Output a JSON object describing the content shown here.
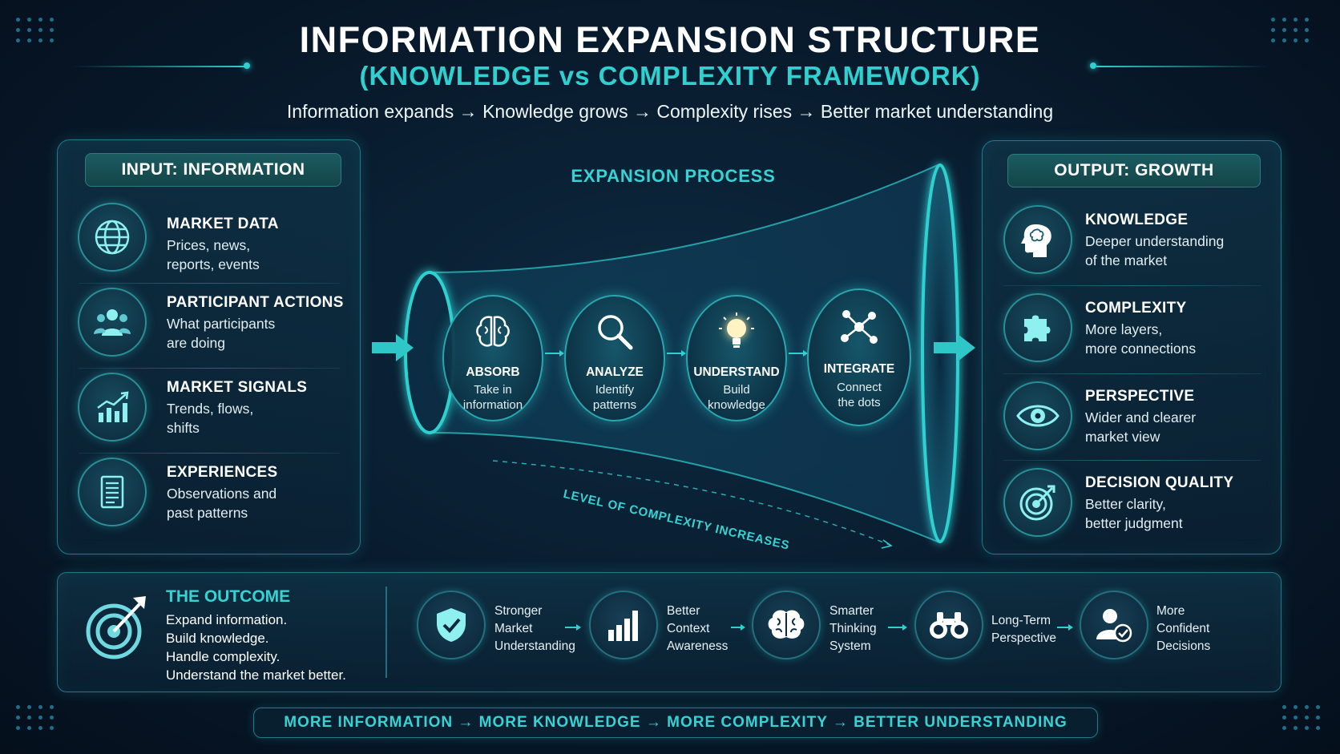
{
  "header": {
    "title": "INFORMATION EXPANSION STRUCTURE",
    "subtitle": "(KNOWLEDGE vs COMPLEXITY FRAMEWORK)",
    "tagline": "Information expands → Knowledge grows → Complexity rises → Better market understanding"
  },
  "input": {
    "heading": "INPUT: INFORMATION",
    "items": [
      {
        "title": "MARKET DATA",
        "line1": "Prices, news,",
        "line2": "reports, events",
        "icon": "globe-icon"
      },
      {
        "title": "PARTICIPANT ACTIONS",
        "line1": "What participants",
        "line2": "are doing",
        "icon": "people-icon"
      },
      {
        "title": "MARKET SIGNALS",
        "line1": "Trends, flows,",
        "line2": "shifts",
        "icon": "chart-up-icon"
      },
      {
        "title": "EXPERIENCES",
        "line1": "Observations and",
        "line2": "past patterns",
        "icon": "document-icon"
      }
    ]
  },
  "process": {
    "heading": "EXPANSION PROCESS",
    "steps": [
      {
        "label": "ABSORB",
        "line1": "Take in",
        "line2": "information",
        "icon": "brain-icon"
      },
      {
        "label": "ANALYZE",
        "line1": "Identify",
        "line2": "patterns",
        "icon": "magnifier-icon"
      },
      {
        "label": "UNDERSTAND",
        "line1": "Build",
        "line2": "knowledge",
        "icon": "lightbulb-icon"
      },
      {
        "label": "INTEGRATE",
        "line1": "Connect",
        "line2": "the dots",
        "icon": "network-icon"
      }
    ],
    "complexity_label": "LEVEL OF COMPLEXITY INCREASES"
  },
  "output": {
    "heading": "OUTPUT: GROWTH",
    "items": [
      {
        "title": "KNOWLEDGE",
        "line1": "Deeper understanding",
        "line2": "of the market",
        "icon": "head-brain-icon"
      },
      {
        "title": "COMPLEXITY",
        "line1": "More layers,",
        "line2": "more connections",
        "icon": "puzzle-icon"
      },
      {
        "title": "PERSPECTIVE",
        "line1": "Wider and clearer",
        "line2": "market view",
        "icon": "eye-icon"
      },
      {
        "title": "DECISION QUALITY",
        "line1": "Better clarity,",
        "line2": "better judgment",
        "icon": "target-icon"
      }
    ]
  },
  "outcome": {
    "title": "THE OUTCOME",
    "lines": [
      "Expand information.",
      "Build knowledge.",
      "Handle complexity.",
      "Understand the market better."
    ],
    "benefits": [
      {
        "lines": [
          "Stronger",
          "Market",
          "Understanding"
        ],
        "icon": "shield-check-icon"
      },
      {
        "lines": [
          "Better",
          "Context",
          "Awareness"
        ],
        "icon": "bar-chart-icon"
      },
      {
        "lines": [
          "Smarter",
          "Thinking",
          "System"
        ],
        "icon": "brain-icon"
      },
      {
        "lines": [
          "Long-Term",
          "Perspective"
        ],
        "icon": "binoculars-icon"
      },
      {
        "lines": [
          "More",
          "Confident",
          "Decisions"
        ],
        "icon": "user-check-icon"
      }
    ]
  },
  "footer": "MORE INFORMATION → MORE KNOWLEDGE → MORE COMPLEXITY → BETTER UNDERSTANDING"
}
